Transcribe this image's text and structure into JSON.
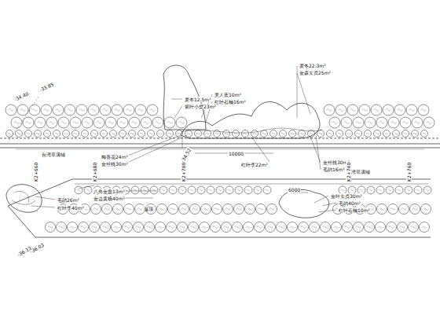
{
  "diagram": {
    "labels": [
      "-33.85",
      "-34.40",
      "麦冬12.5m²",
      "紫叶小檗23m²",
      "美人蕉10m²",
      "红叶石楠16m²",
      "麦冬22.3m²",
      "金森女贞25m²",
      "-34.52",
      "梅香花24m²",
      "金丝桃30m²",
      "10000",
      "红叶李22m²",
      "金丝桃30m²",
      "毛鹃16m²",
      "台湾草满铺",
      "台湾草满铺",
      "K2+660",
      "K2+680",
      "K2+700",
      "K2+740",
      "K2+760",
      "八角金盘13m²",
      "金边黄杨40m²",
      "屋顶",
      "6000",
      "金叶女贞30m²",
      "毛鹃40m²",
      "红叶石楠10m²",
      "毛鹃26m²",
      "红叶李40m²",
      "-36.03",
      "-36.13"
    ]
  }
}
